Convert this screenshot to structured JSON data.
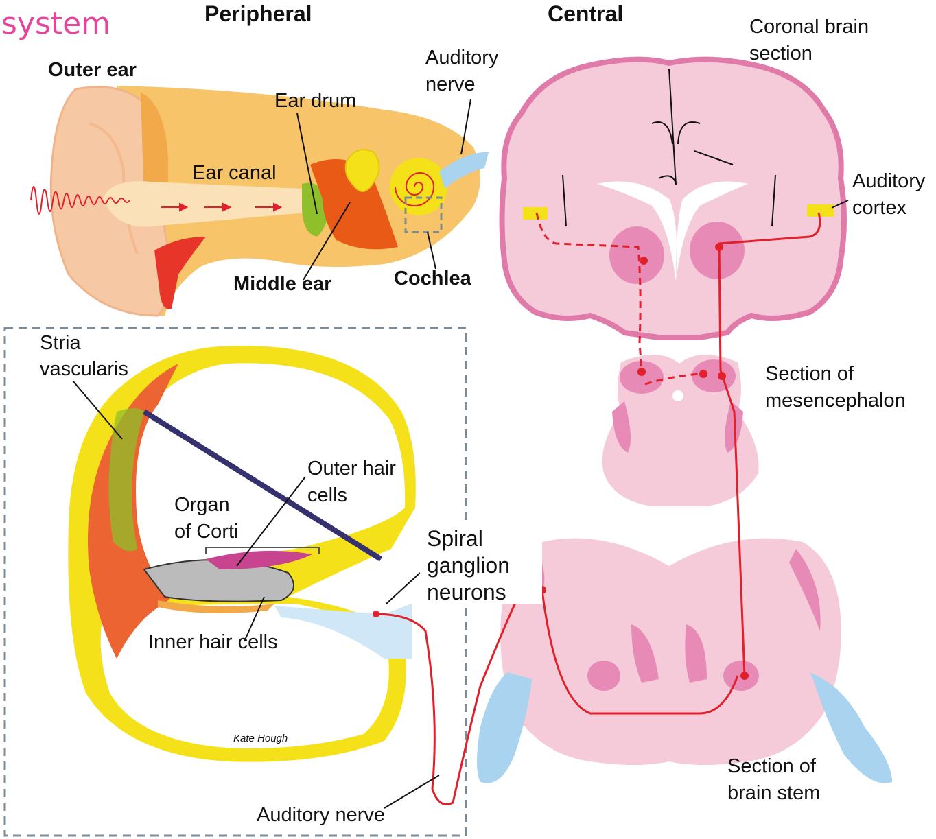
{
  "header": {
    "title_fragment": "system",
    "peripheral": "Peripheral",
    "central": "Central"
  },
  "ear": {
    "outer_ear": "Outer ear",
    "ear_canal": "Ear canal",
    "ear_drum": "Ear drum",
    "auditory_nerve": [
      "Auditory",
      "nerve"
    ],
    "middle_ear": "Middle ear",
    "cochlea": "Cochlea"
  },
  "brain": {
    "coronal_section": [
      "Coronal brain",
      "section"
    ],
    "auditory_cortex": [
      "Auditory",
      "cortex"
    ],
    "mesencephalon": [
      "Section of",
      "mesencephalon"
    ],
    "brain_stem": [
      "Section of",
      "brain stem"
    ]
  },
  "cochlea_detail": {
    "stria_vascularis": [
      "Stria",
      "vascularis"
    ],
    "outer_hair_cells": [
      "Outer hair",
      "cells"
    ],
    "organ_of_corti": [
      "Organ",
      "of Corti"
    ],
    "spiral_ganglion": [
      "Spiral",
      "ganglion",
      "neurons"
    ],
    "inner_hair_cells": "Inner hair cells",
    "auditory_nerve": "Auditory nerve",
    "signature": "Kate Hough"
  },
  "colors": {
    "title_pink": "#e8449a",
    "brain_pink": "#f5cbd9",
    "brain_edge": "#e07aa8",
    "nucleus_pink": "#e78bb6",
    "pathway_red": "#e0202a",
    "skin": "#f6c9a4",
    "bone": "#f7c46a",
    "cochlea_yellow": "#f5e11a",
    "tissue_orange": "#ec6432",
    "nerve_blue": "#a9d3ef",
    "box_gray": "#7d8b97"
  }
}
